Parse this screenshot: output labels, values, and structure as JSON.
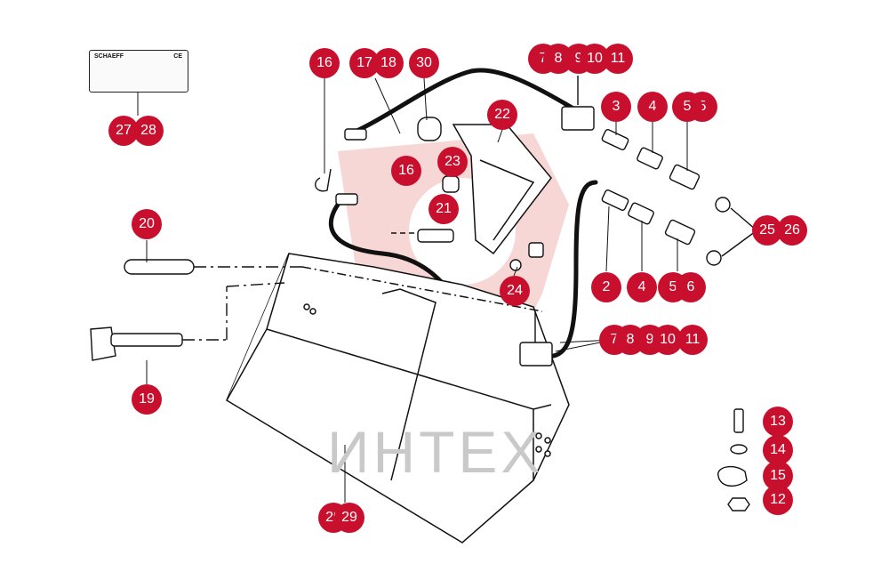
{
  "diagram": {
    "watermark": "ИНТЕХ",
    "nameplate": {
      "brand": "SCHAEFF",
      "mark": "CE"
    },
    "callouts": [
      {
        "id": "c27",
        "label": "27"
      },
      {
        "id": "c28",
        "label": "28"
      },
      {
        "id": "c16a",
        "label": "16"
      },
      {
        "id": "c17",
        "label": "17"
      },
      {
        "id": "c18",
        "label": "18"
      },
      {
        "id": "c30",
        "label": "30"
      },
      {
        "id": "c16b",
        "label": "16"
      },
      {
        "id": "c22",
        "label": "22"
      },
      {
        "id": "c23",
        "label": "23"
      },
      {
        "id": "c21",
        "label": "21"
      },
      {
        "id": "c20",
        "label": "20"
      },
      {
        "id": "c19",
        "label": "19"
      },
      {
        "id": "c24",
        "label": "24"
      },
      {
        "id": "c29",
        "label": "29"
      },
      {
        "id": "c7a",
        "label": "7"
      },
      {
        "id": "c8a",
        "label": "8"
      },
      {
        "id": "c9a",
        "label": "9"
      },
      {
        "id": "c10a",
        "label": "10"
      },
      {
        "id": "c11a",
        "label": "11"
      },
      {
        "id": "c3",
        "label": "3"
      },
      {
        "id": "c4a",
        "label": "4"
      },
      {
        "id": "c5a",
        "label": "5"
      },
      {
        "id": "c25",
        "label": "25"
      },
      {
        "id": "c26",
        "label": "26"
      },
      {
        "id": "c2",
        "label": "2"
      },
      {
        "id": "c4b",
        "label": "4"
      },
      {
        "id": "c5b",
        "label": "5"
      },
      {
        "id": "c6",
        "label": "6"
      },
      {
        "id": "c7b",
        "label": "7"
      },
      {
        "id": "c8b",
        "label": "8"
      },
      {
        "id": "c9b",
        "label": "9"
      },
      {
        "id": "c10b",
        "label": "10"
      },
      {
        "id": "c11b",
        "label": "11"
      },
      {
        "id": "c13",
        "label": "13"
      },
      {
        "id": "c14",
        "label": "14"
      },
      {
        "id": "c15",
        "label": "15"
      },
      {
        "id": "c12",
        "label": "12"
      }
    ]
  }
}
